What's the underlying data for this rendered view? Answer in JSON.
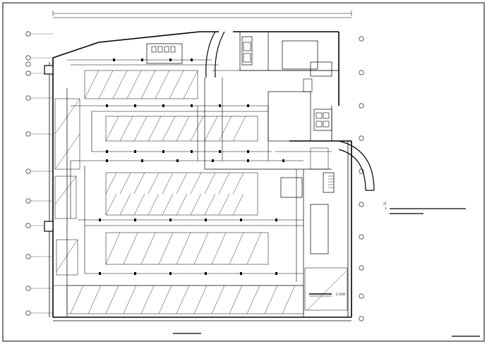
{
  "drawing": {
    "scale": "1:100",
    "notes_prefix": "注:",
    "note_number": "1."
  },
  "colors": {
    "line": "#000000",
    "paper": "#ffffff"
  }
}
